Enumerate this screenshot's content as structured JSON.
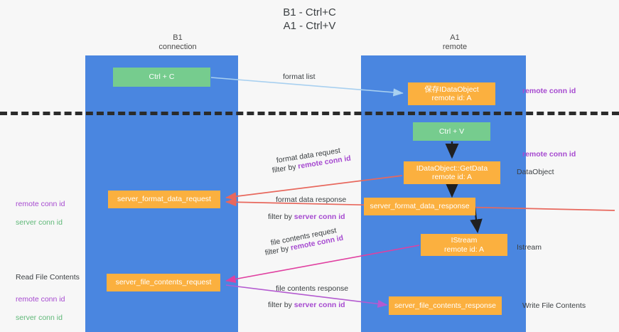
{
  "title": "B1 - Ctrl+C\nA1 - Ctrl+V",
  "columns": {
    "left": {
      "header": "B1\nconnection"
    },
    "right": {
      "header": "A1\nremote"
    }
  },
  "nodes": {
    "ctrl_c": "Ctrl + C",
    "data_object": "保存IDataObject\nremote id: A",
    "ctrl_v": "Ctrl + V",
    "get_data": "IDataObject::GetData\nremote id: A",
    "server_format_data_request": "server_format_data_request",
    "server_format_data_response": "server_format_data_response",
    "istream": "IStream\nremote id: A",
    "server_file_contents_request": "server_file_contents_request",
    "server_file_contents_response": "server_file_contents_response"
  },
  "edge_labels": {
    "format_list": "format list",
    "format_data_request": "format data request",
    "filter_by_prefix": "filter by ",
    "remote_conn_id": "remote conn id",
    "server_conn_id": "server conn id",
    "format_data_response": "format data response",
    "file_contents_request": "file contents request",
    "file_contents_response": "file contents response"
  },
  "annotations": {
    "remote_conn_id_top": "remote conn id",
    "remote_conn_id_mid": "remote conn id",
    "data_object_label": "DataObject",
    "istream_label": "Istream",
    "write_file_contents": "Write File Contents",
    "read_file_contents": "Read File Contents",
    "left_ids_remote": "remote conn id",
    "left_ids_server": "server conn id",
    "left_ids2_remote": "remote conn id",
    "left_ids2_server": "server conn id"
  },
  "colors": {
    "lane": "#4a86e0",
    "green_node": "#76cc8e",
    "orange_node": "#fbb03f",
    "purple_text": "#a64ad0",
    "green_text": "#5fb878",
    "arrow_blue": "#a8d0f0",
    "arrow_red": "#e8685d",
    "arrow_magenta": "#e040a0",
    "arrow_violet": "#b45ad0",
    "arrow_black": "#202020",
    "divider": "#2b2b2b",
    "background": "#f7f7f7"
  }
}
